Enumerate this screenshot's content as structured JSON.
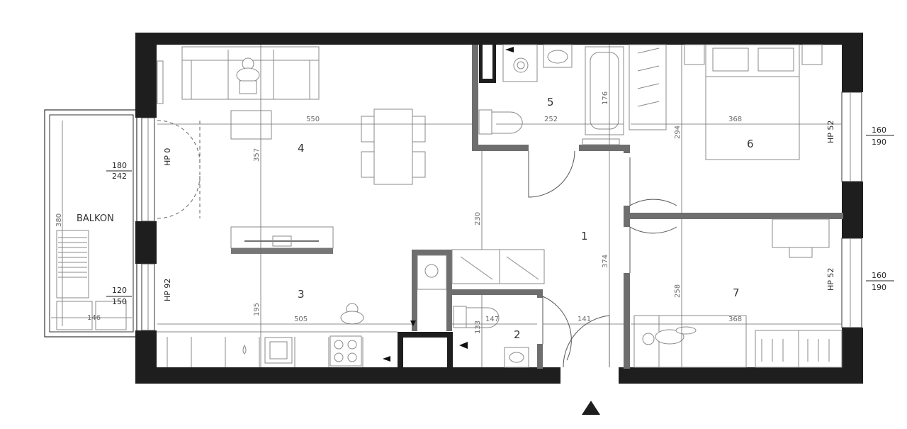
{
  "rooms": [
    {
      "number": "1"
    },
    {
      "number": "2"
    },
    {
      "number": "3"
    },
    {
      "number": "4"
    },
    {
      "number": "5"
    },
    {
      "number": "6"
    },
    {
      "number": "7"
    }
  ],
  "balcony": {
    "label": "BALKON",
    "dim_height": "380",
    "dim_width": "146"
  },
  "dimensions": {
    "d550": "550",
    "d357": "357",
    "d252": "252",
    "d176": "176",
    "d294": "294",
    "d368_top": "368",
    "d230": "230",
    "d374": "374",
    "d258": "258",
    "d195": "195",
    "d505": "505",
    "d147": "147",
    "d133": "133",
    "d141": "141",
    "d368_bottom": "368"
  },
  "windows": [
    {
      "top": "180",
      "bottom": "242",
      "sill": "HP 0"
    },
    {
      "top": "120",
      "bottom": "150",
      "sill": "HP 92"
    },
    {
      "top": "160",
      "bottom": "190",
      "sill": "HP 52"
    },
    {
      "top": "160",
      "bottom": "190",
      "sill": "HP 52"
    }
  ],
  "entrance_icon": "entrance-triangle-icon"
}
